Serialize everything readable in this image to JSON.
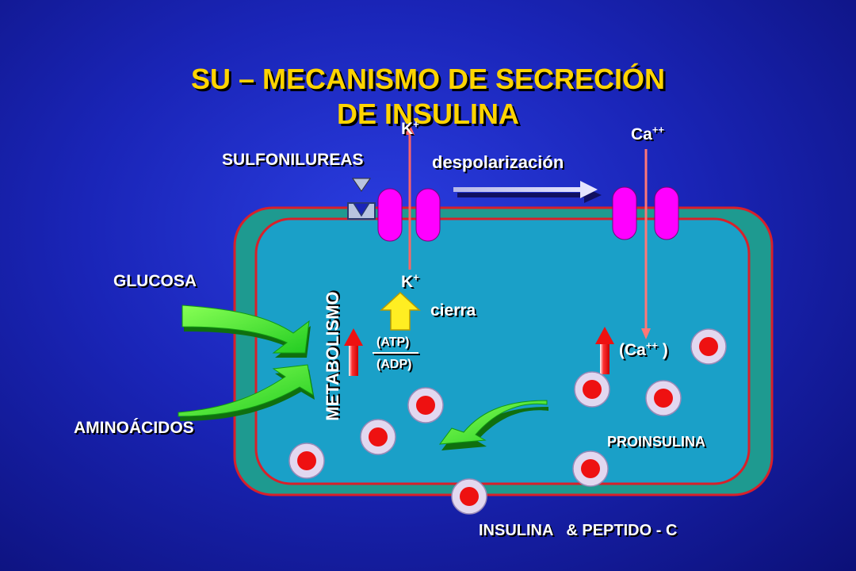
{
  "title": {
    "line1": "SU – MECANISMO DE SECRECIÓN",
    "line2": "DE INSULINA"
  },
  "labels": {
    "sulfonilureas": "SULFONILUREAS",
    "k_top": "K",
    "k_top_sup": "+",
    "despolarizacion": "despolarización",
    "ca_top": "Ca",
    "ca_top_sup": "++",
    "glucosa": "GLUCOSA",
    "aminoacidos": "AMINOÁCIDOS",
    "metabolismo": "METABOLISMO",
    "k_inner": "K",
    "k_inner_sup": "+",
    "cierra": "cierra",
    "atp": "(ATP)",
    "adp": "(ADP)",
    "ca_inner_open": "(Ca",
    "ca_inner_sup": "++",
    "ca_inner_close": " )",
    "proinsulina": "PROINSULINA",
    "insulina": "INSULINA   & PEPTIDO - C"
  },
  "colors": {
    "title": "#ffd400",
    "cell_outer": "#1e9a90",
    "cell_inner": "#1aa0c8",
    "membrane": "#d8202a",
    "channel": "#ff00ff",
    "granule_outer": "#e2d8f0",
    "granule_core": "#ee1111",
    "green_arrow": "#33e633",
    "yellow_arrow": "#ffee22"
  }
}
